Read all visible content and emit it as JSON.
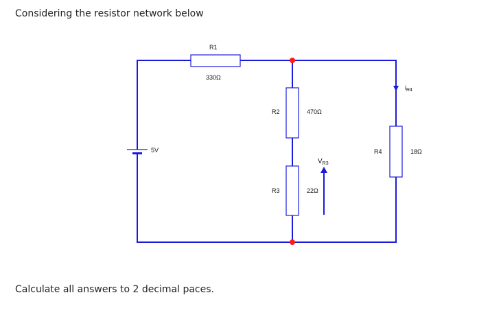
{
  "question": {
    "intro": "Considering the resistor network below",
    "instruction": "Calculate all answers to 2 decimal paces."
  },
  "circuit": {
    "source": {
      "label": "5V"
    },
    "resistors": [
      {
        "name": "R1",
        "value": "330Ω"
      },
      {
        "name": "R2",
        "value": "470Ω"
      },
      {
        "name": "R3",
        "value": "22Ω"
      },
      {
        "name": "R4",
        "value": "18Ω"
      }
    ],
    "voltage_label": {
      "main": "V",
      "sub": "R3"
    },
    "current_label": {
      "main": "i",
      "sub": "R4"
    },
    "colors": {
      "wire": "#1a1adb",
      "node": "#ff1a1a",
      "text": "#111111"
    }
  }
}
